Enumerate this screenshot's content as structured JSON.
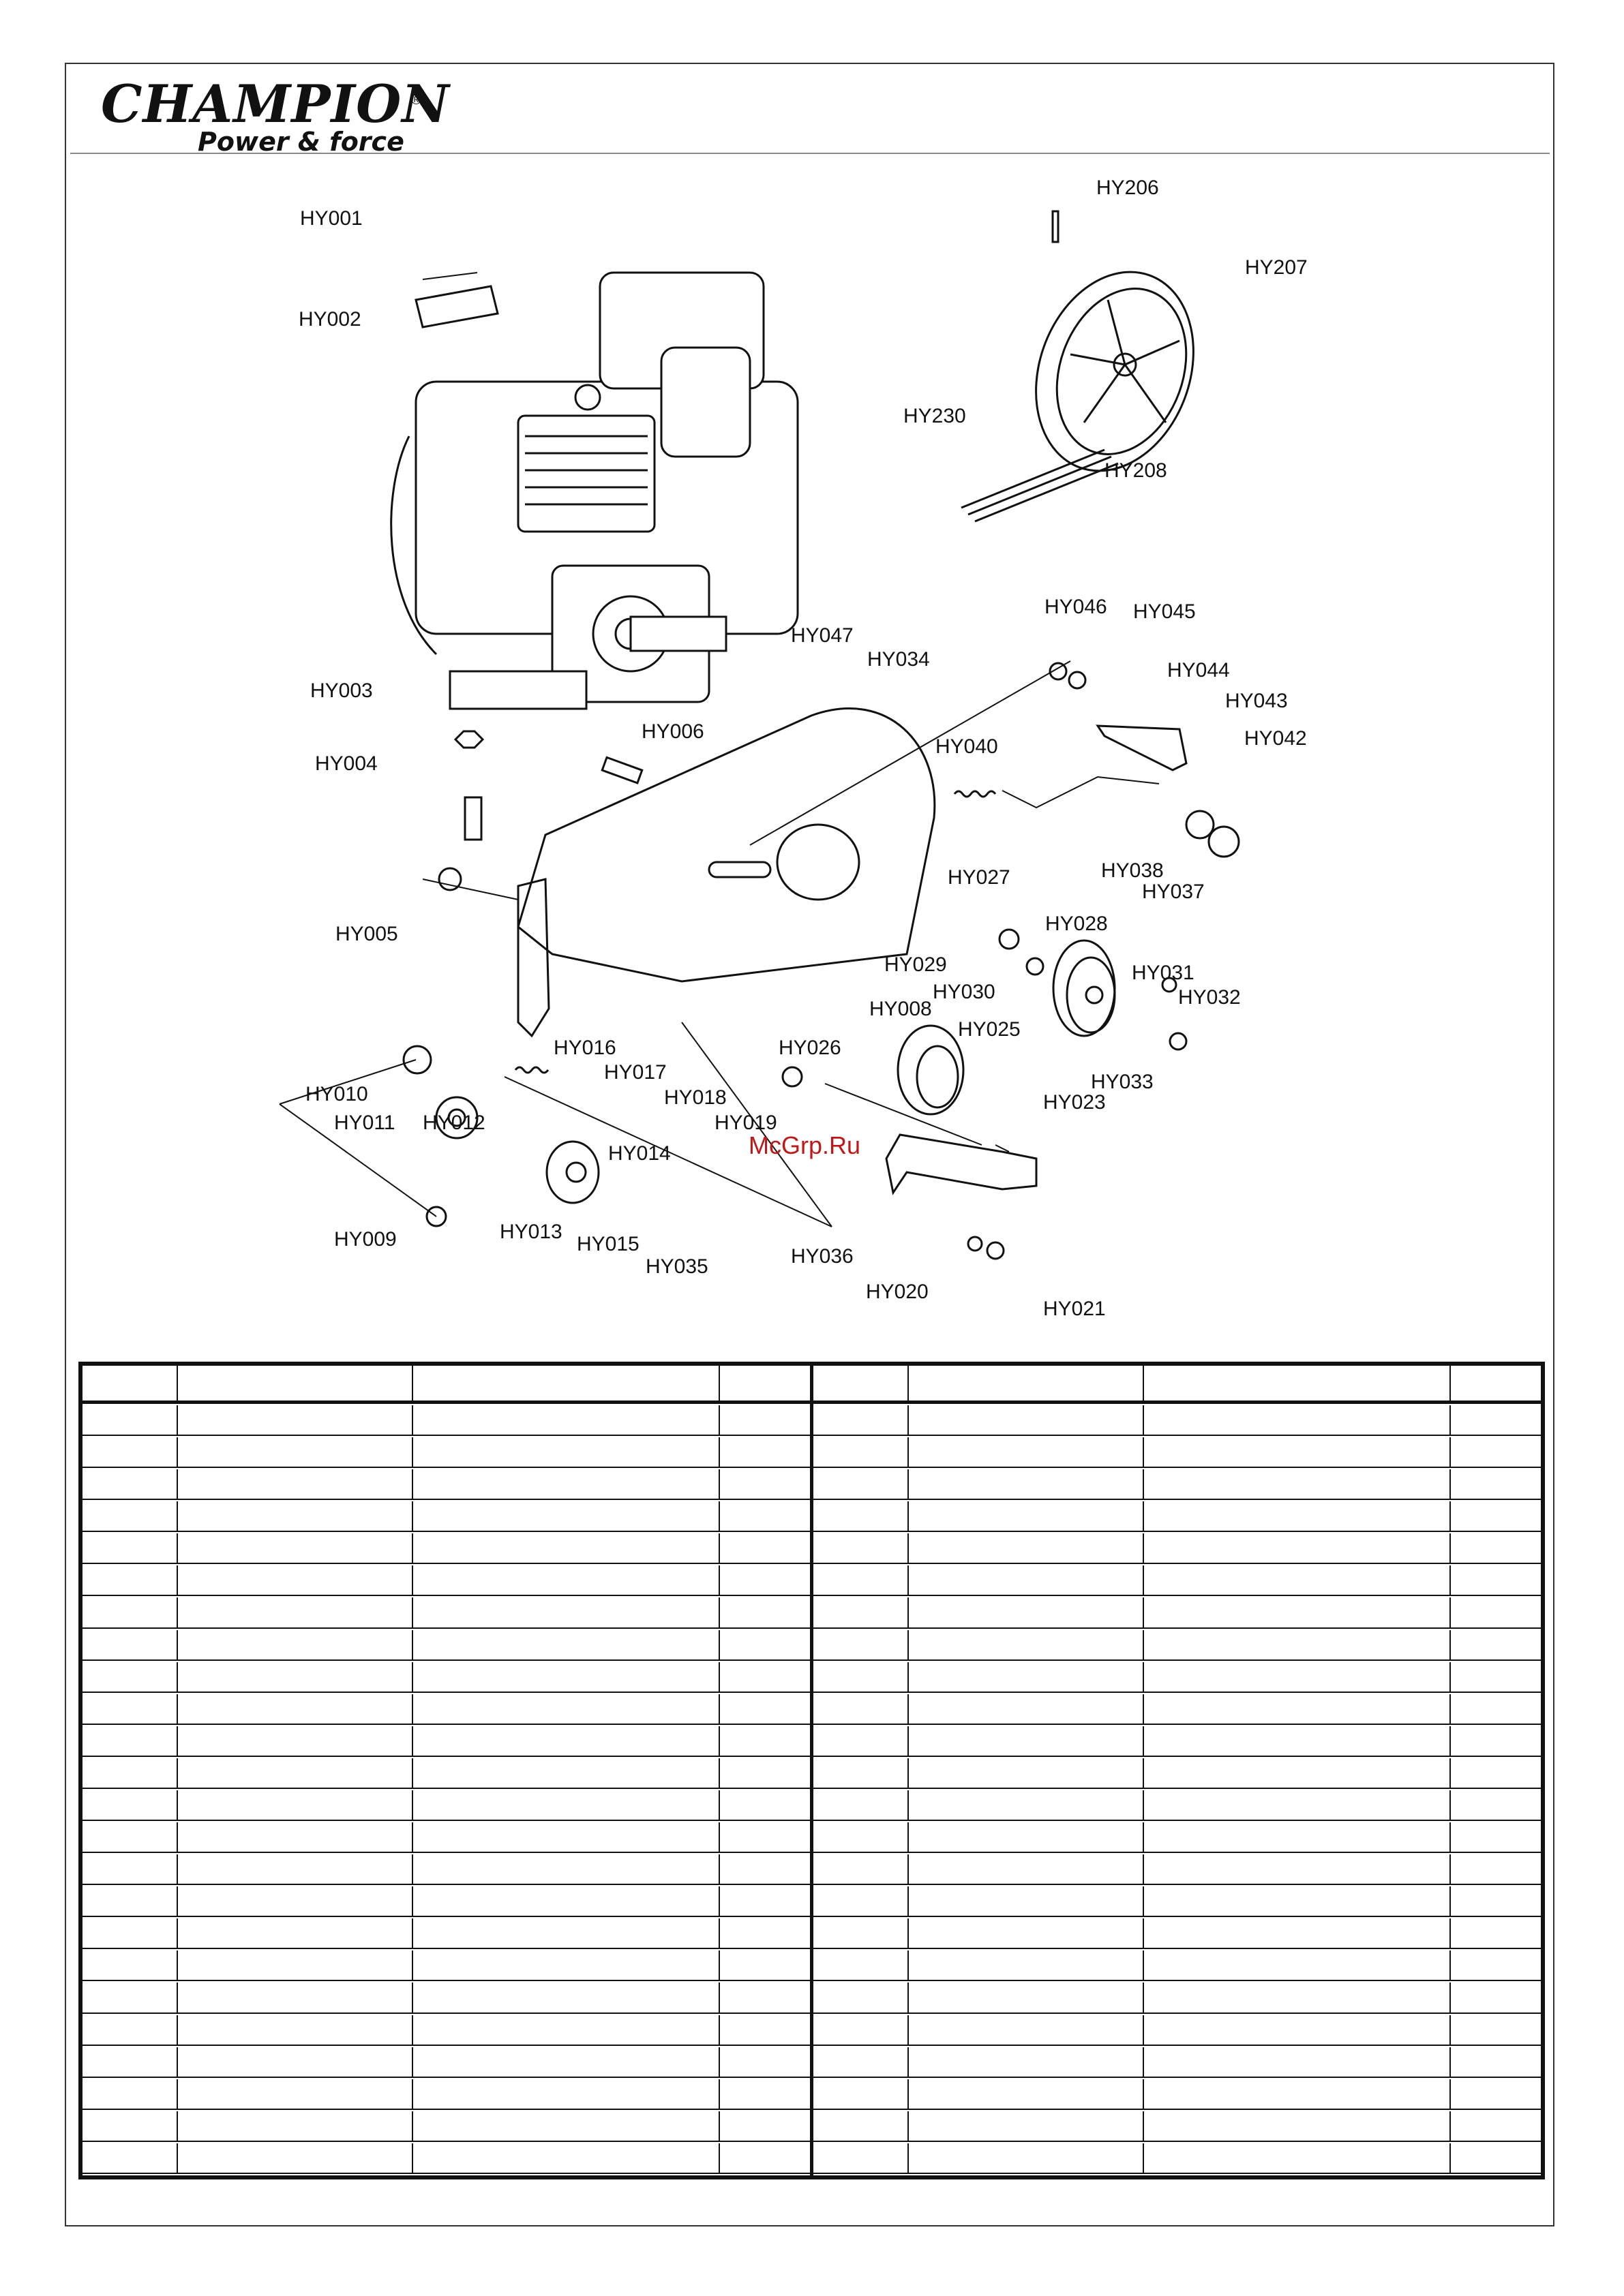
{
  "brand": {
    "name": "CHAMPION",
    "registered": "®",
    "tagline": "Power & force"
  },
  "watermark": "McGrp.Ru",
  "diagram": {
    "labels": [
      "HY001",
      "HY002",
      "HY003",
      "HY004",
      "HY005",
      "HY006",
      "HY008",
      "HY009",
      "HY010",
      "HY011",
      "HY012",
      "HY013",
      "HY014",
      "HY015",
      "HY016",
      "HY017",
      "HY018",
      "HY019",
      "HY020",
      "HY021",
      "HY023",
      "HY025",
      "HY026",
      "HY027",
      "HY028",
      "HY029",
      "HY030",
      "HY031",
      "HY032",
      "HY033",
      "HY034",
      "HY035",
      "HY036",
      "HY037",
      "HY038",
      "HY040",
      "HY042",
      "HY043",
      "HY044",
      "HY045",
      "HY046",
      "HY047",
      "HY206",
      "HY207",
      "HY208",
      "HY230"
    ]
  },
  "colors": {
    "ink": "#111111",
    "frame": "#333333",
    "watermark": "#c01818"
  }
}
